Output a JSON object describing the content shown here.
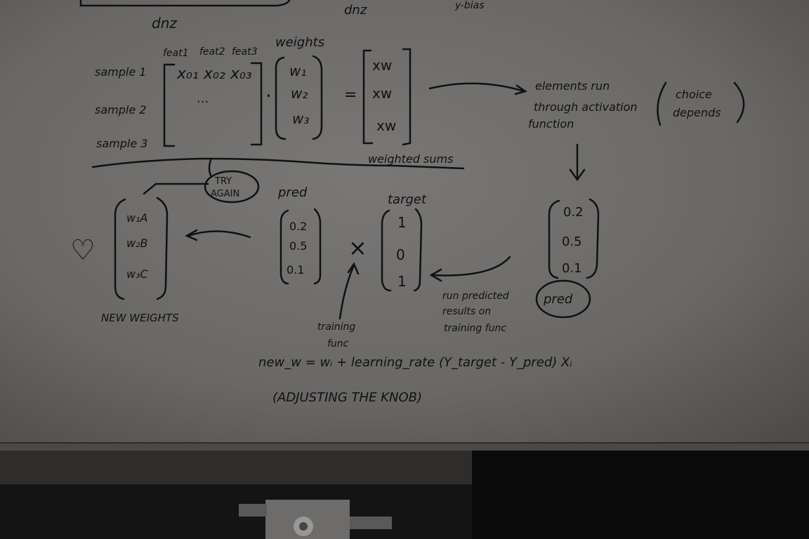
{
  "top": {
    "left_dnz": "dnz",
    "mid_dnz": "dnz",
    "right_partial": "y-bias"
  },
  "features": {
    "feat1": "feat1",
    "feat2": "feat2",
    "feat3": "feat3"
  },
  "samples": [
    "sample 1",
    "sample 2",
    "sample 3"
  ],
  "matrix": {
    "x1": "x₀₁",
    "x2": "x₀₂",
    "x3": "x₀₃",
    "dots": "...",
    "dot_op": "·"
  },
  "weights": {
    "title": "weights",
    "w1": "w₁",
    "w2": "w₂",
    "w3": "w₃"
  },
  "equals": "=",
  "weighted": {
    "items": [
      "xw",
      "xw",
      "xw"
    ],
    "label": "weighted sums"
  },
  "activation": {
    "line1": "elements run",
    "line2": "through activation",
    "line3": "function",
    "paren1": "choice",
    "paren2": "depends"
  },
  "pred_right": {
    "values": [
      "0.2",
      "0.5",
      "0.1"
    ],
    "label": "pred"
  },
  "pred_mid": {
    "title": "pred",
    "values": [
      "0.2",
      "0.5",
      "0.1"
    ]
  },
  "times": "×",
  "target": {
    "title": "target",
    "values": [
      "1",
      "0",
      "1"
    ]
  },
  "run_note": {
    "line1": "run predicted",
    "line2": "results on",
    "line3": "training func"
  },
  "training": {
    "line1": "training",
    "line2": "func"
  },
  "try_again": {
    "line1": "TRY",
    "line2": "AGAIN"
  },
  "new_weights": {
    "values": [
      "w₁A",
      "w₂B",
      "w₃C"
    ],
    "label": "NEW WEIGHTS"
  },
  "heart": "♡",
  "formula": "new_w = wᵢ + learning_rate (Y_target - Y_pred) Xᵢ",
  "knob": "(ADJUSTING THE KNOB)"
}
